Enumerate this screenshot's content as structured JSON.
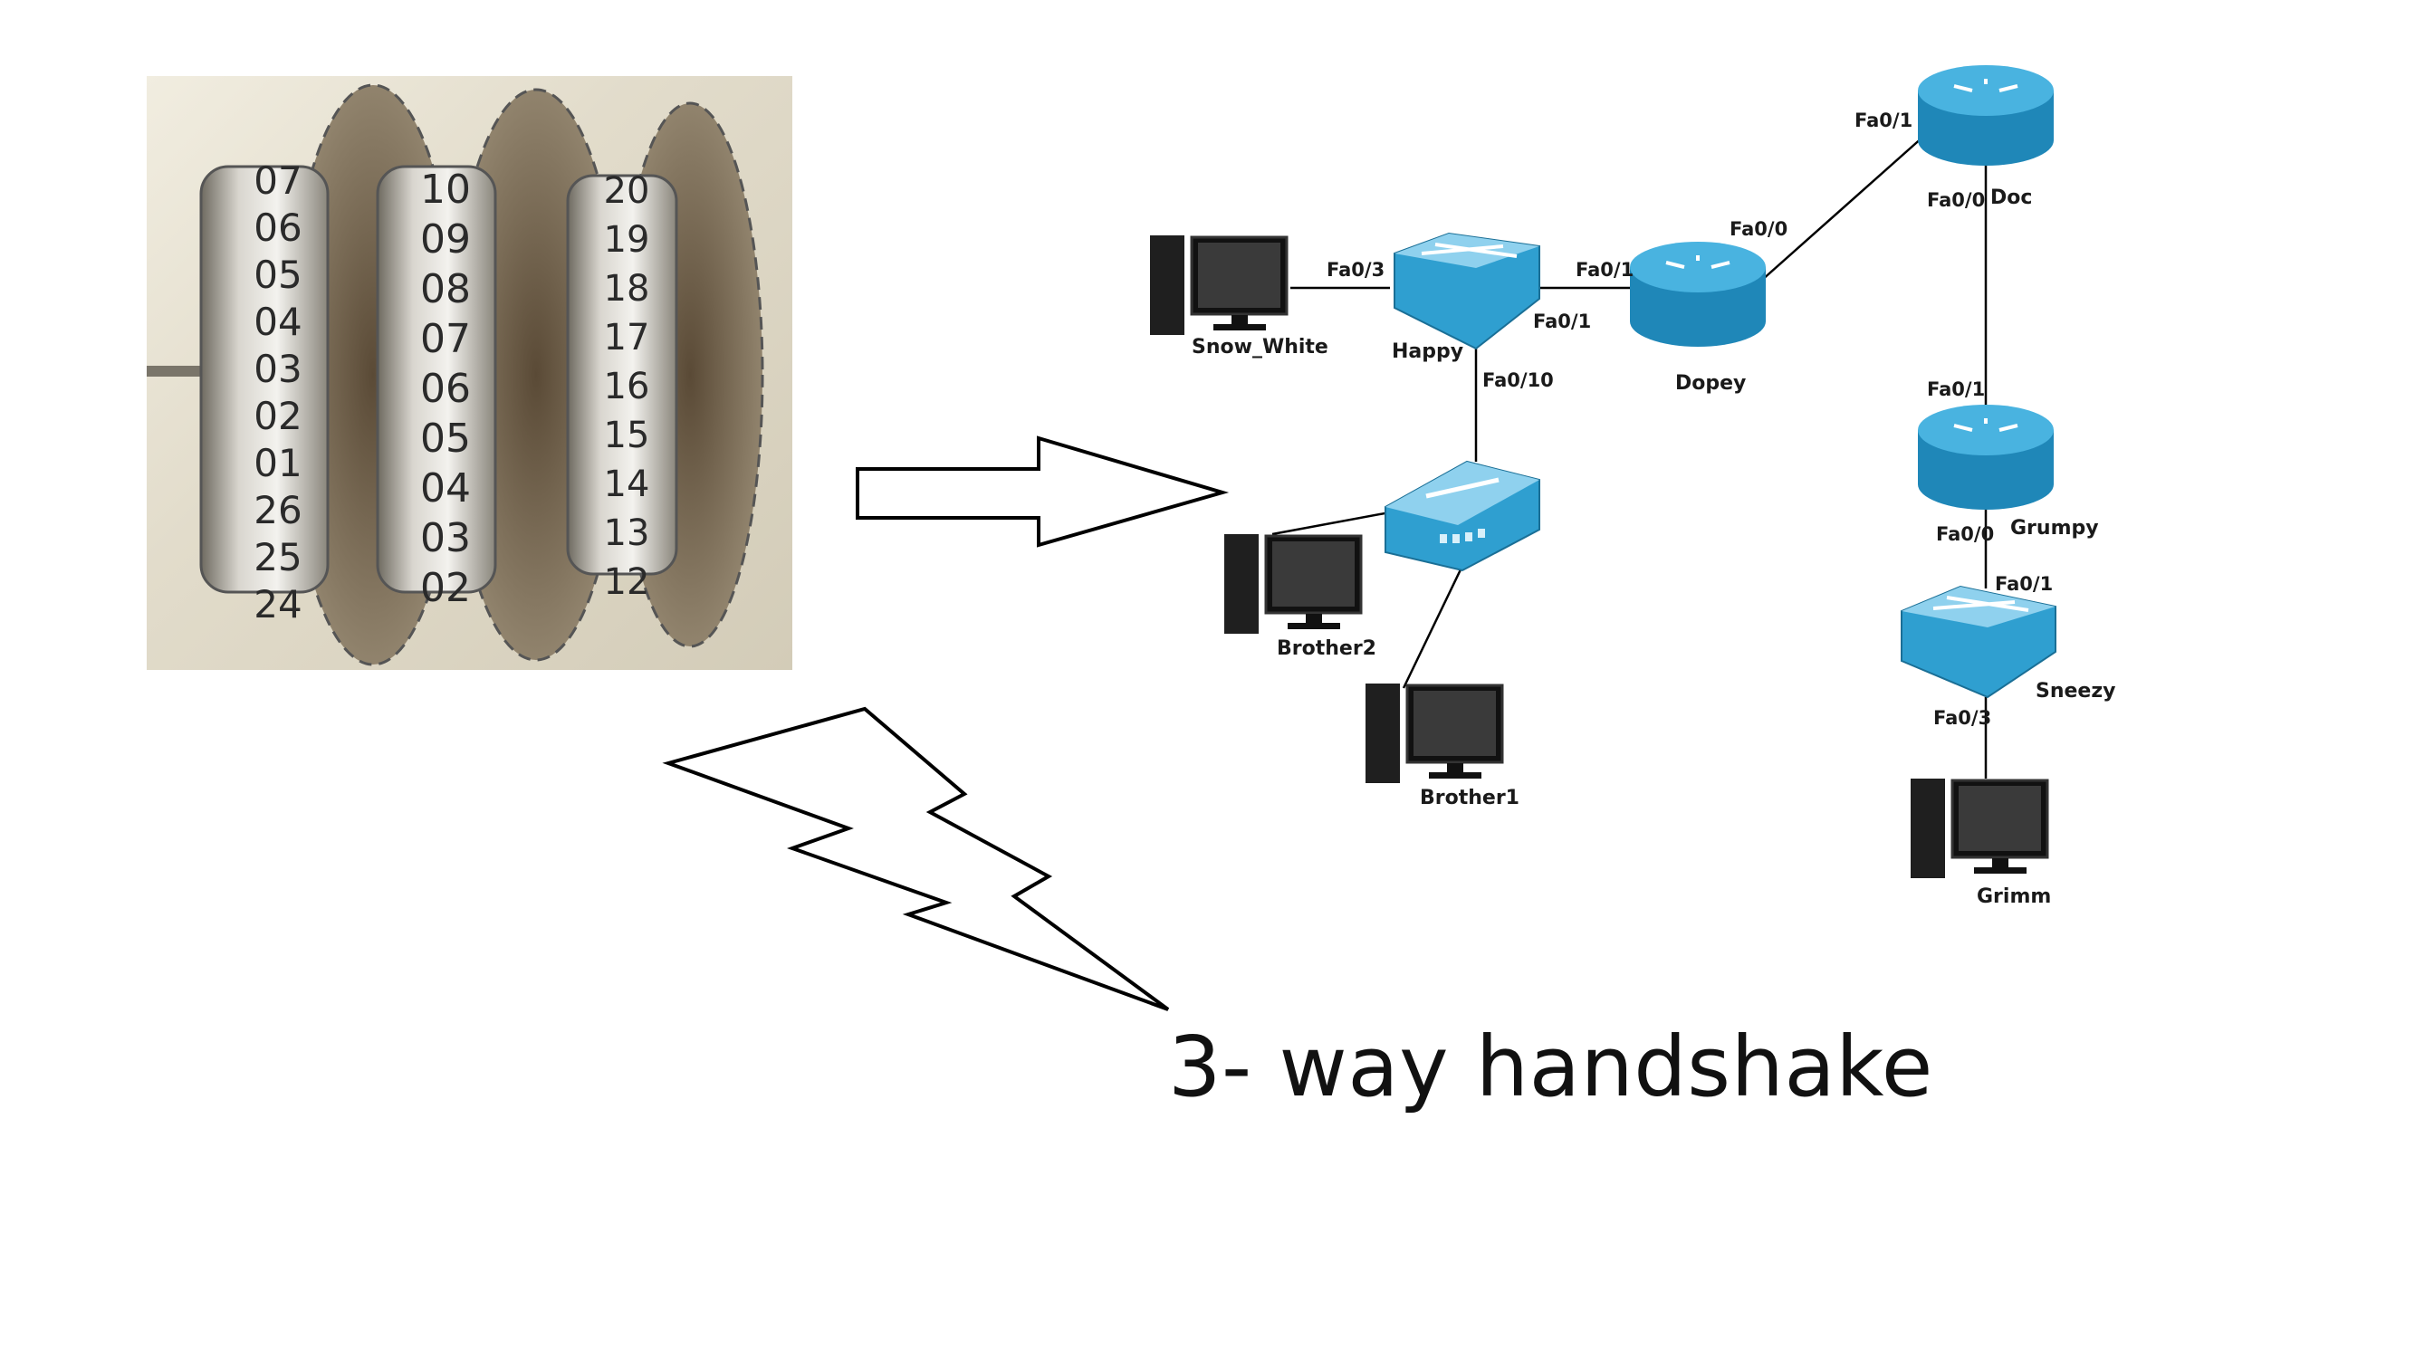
{
  "rotor": {
    "drum1": [
      "07",
      "06",
      "05",
      "04",
      "03",
      "02",
      "01",
      "26",
      "25",
      "24"
    ],
    "drum2": [
      "10",
      "09",
      "08",
      "07",
      "06",
      "05",
      "04",
      "03",
      "02"
    ],
    "drum3": [
      "20",
      "19",
      "18",
      "17",
      "16",
      "15",
      "14",
      "13",
      "12"
    ]
  },
  "network": {
    "devices": {
      "snow_white": "Snow_White",
      "happy": "Happy",
      "dopey": "Dopey",
      "doc": "Doc",
      "grumpy": "Grumpy",
      "sneezy": "Sneezy",
      "grimm": "Grimm",
      "brother2": "Brother2",
      "brother1": "Brother1"
    },
    "ports": {
      "happy_fa03": "Fa0/3",
      "happy_fa01": "Fa0/1",
      "happy_fa010": "Fa0/10",
      "dopey_fa01": "Fa0/1",
      "dopey_fa00": "Fa0/0",
      "doc_fa01": "Fa0/1",
      "doc_fa00": "Fa0/0",
      "grumpy_fa01": "Fa0/1",
      "grumpy_fa00": "Fa0/0",
      "sneezy_fa01": "Fa0/1",
      "sneezy_fa03": "Fa0/3"
    }
  },
  "caption": "3- way handshake",
  "colors": {
    "device_blue": "#2f9fd0",
    "outline": "#000000"
  }
}
